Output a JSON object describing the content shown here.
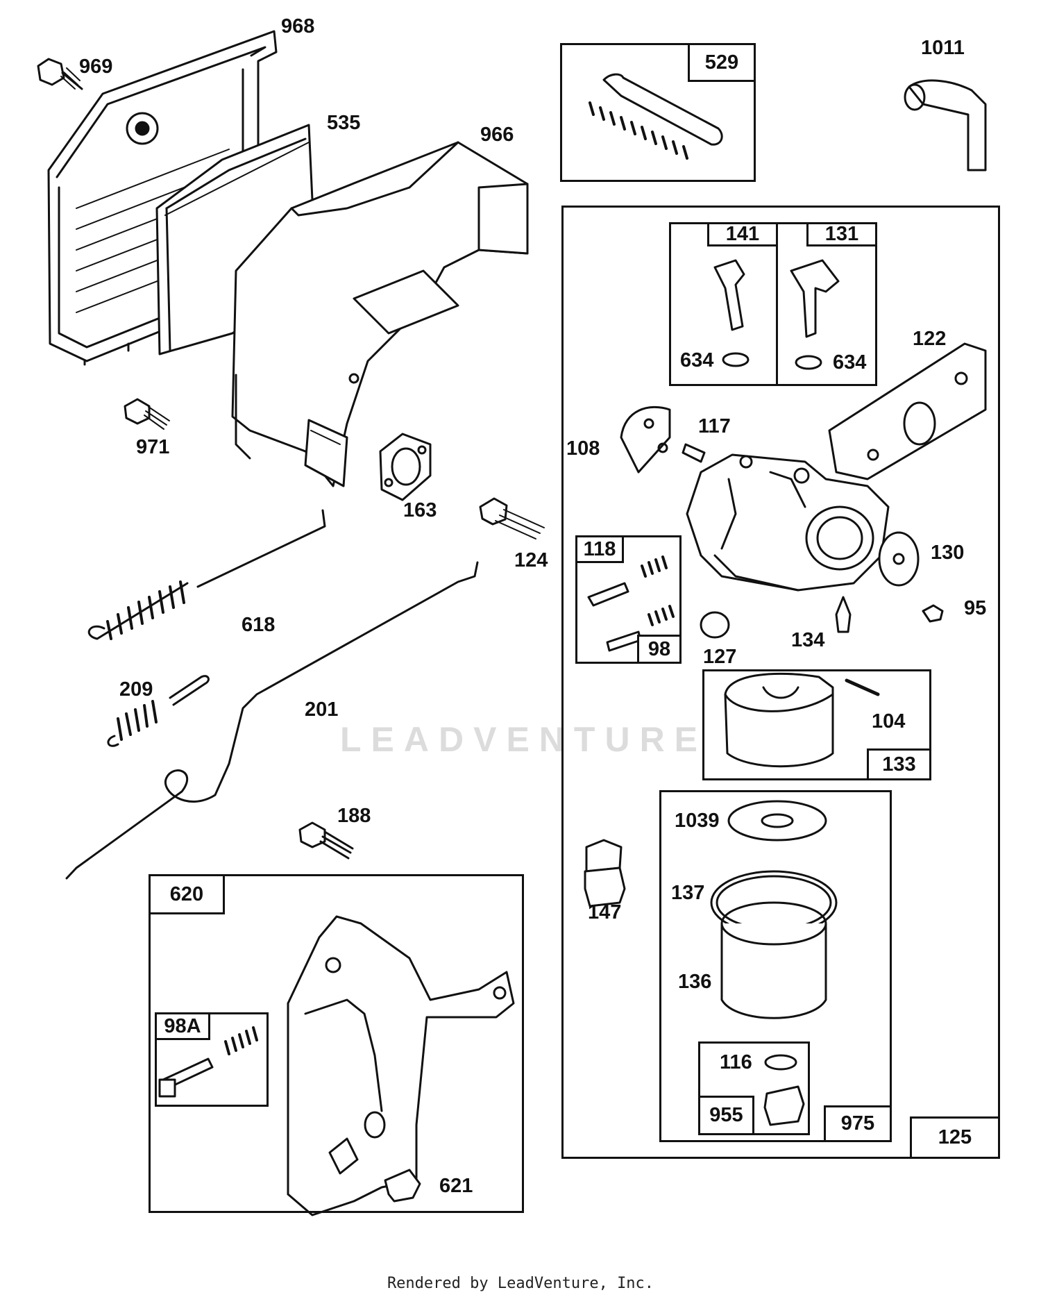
{
  "watermark": "LEADVENTURE",
  "footer": "Rendered by LeadVenture, Inc.",
  "labels": {
    "p968": "968",
    "p969": "969",
    "p535": "535",
    "p966": "966",
    "p971": "971",
    "p163": "163",
    "p124": "124",
    "p618": "618",
    "p209": "209",
    "p201": "201",
    "p188": "188",
    "p1011": "1011",
    "p634a": "634",
    "p634b": "634",
    "p122": "122",
    "p108": "108",
    "p117": "117",
    "p130": "130",
    "p95": "95",
    "p127": "127",
    "p134": "134",
    "p104": "104",
    "p1039": "1039",
    "p147": "147",
    "p137": "137",
    "p136": "136",
    "p116": "116",
    "p621": "621"
  },
  "boxes": {
    "b529": "529",
    "b141": "141",
    "b131": "131",
    "b118": "118",
    "b98": "98",
    "b133": "133",
    "b955": "955",
    "b975": "975",
    "b125": "125",
    "b620": "620",
    "b98A": "98A"
  }
}
